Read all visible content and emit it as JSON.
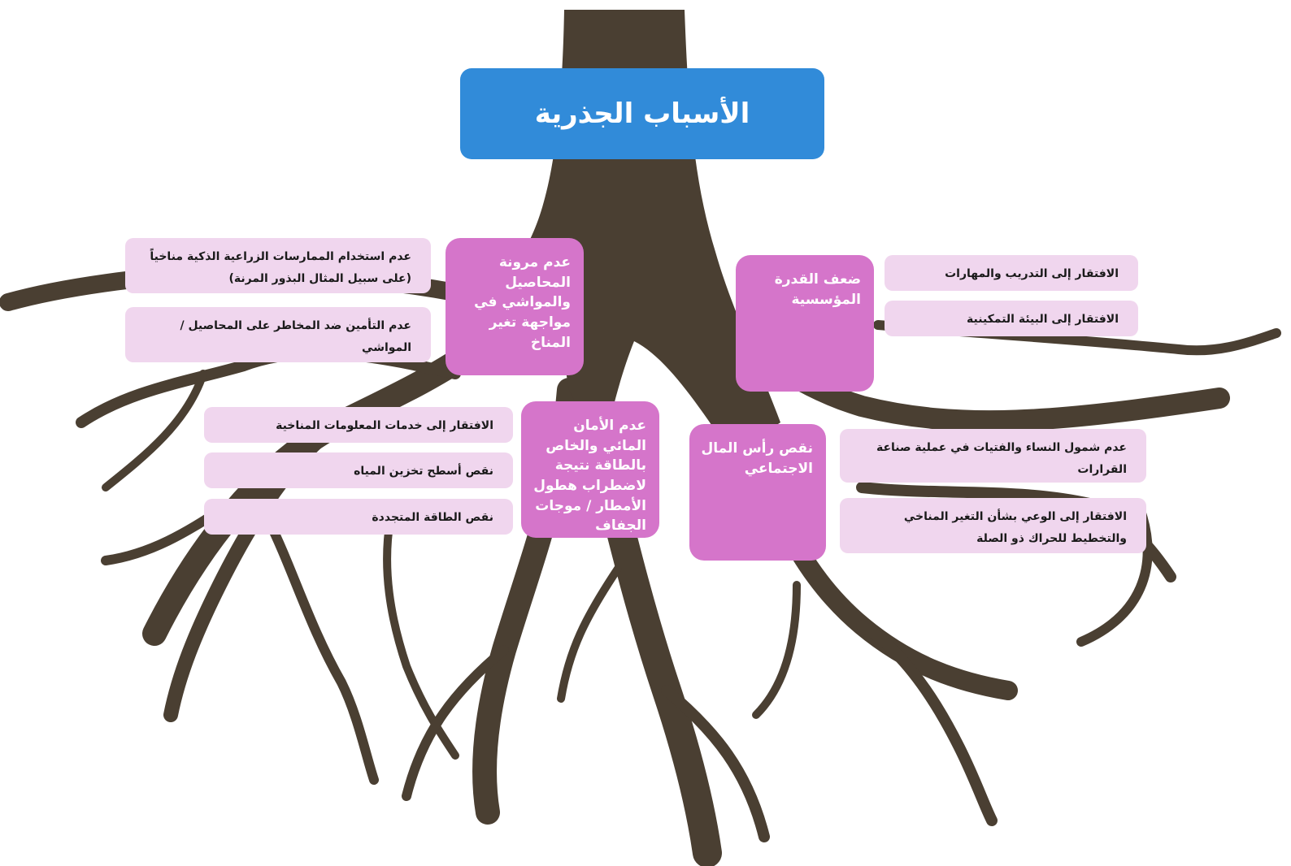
{
  "title": "الأسباب الجذرية",
  "colors": {
    "trunk": "#4a3f32",
    "title_bg": "#318bd9",
    "cause_bg": "#d575ca",
    "sub_bg": "#f0d6ee"
  },
  "causes": [
    {
      "label": "عدم مرونة المحاصيل والمواشي في مواجهة تغير المناخ",
      "items": [
        "عدم استخدام الممارسات الزراعية الذكية مناخياً (على سبيل المثال البذور المرنة)",
        "عدم التأمين ضد المخاطر على المحاصيل / المواشي"
      ]
    },
    {
      "label": "ضعف القدرة المؤسسية",
      "items": [
        "الافتقار إلى التدريب والمهارات",
        "الافتقار إلى البيئة التمكينية"
      ]
    },
    {
      "label": "عدم الأمان المائي والخاص بالطاقة نتيجة لاضطراب هطول الأمطار / موجات الجفاف",
      "items": [
        "الافتقار إلى خدمات المعلومات المناخية",
        "نقص أسطح تخزين المياه",
        "نقص الطاقة المتجددة"
      ]
    },
    {
      "label": "نقص رأس المال الاجتماعي",
      "items": [
        "عدم شمول النساء والفتيات في عملية صناعة القرارات",
        "الافتقار إلى الوعي بشأن التغير المناخي والتخطيط للحراك ذو الصلة"
      ]
    }
  ]
}
